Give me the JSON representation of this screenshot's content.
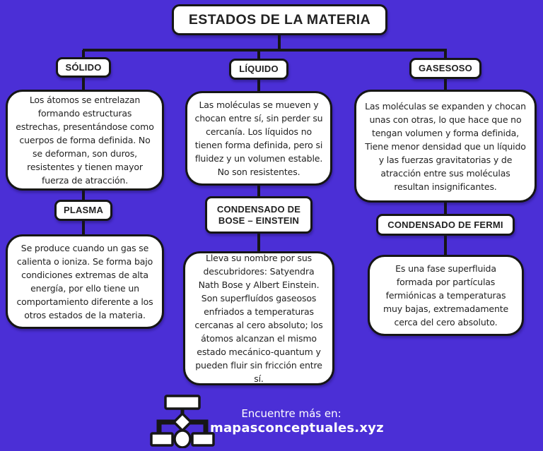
{
  "title": "ESTADOS DE LA MATERIA",
  "columns": [
    {
      "header": "SÓLIDO",
      "description": "Los átomos se entrelazan formando estructuras estrechas, presentándose como cuerpos de forma definida. No se deforman, son duros, resistentes y tienen mayor fuerza de atracción.",
      "sub_header": "PLASMA",
      "sub_description": "Se produce cuando un gas se calienta o ioniza. Se forma bajo condiciones extremas de alta energía, por ello tiene un comportamiento diferente a los otros estados de la materia."
    },
    {
      "header": "LÍQUIDO",
      "description": "Las moléculas se mueven y chocan entre sí, sin perder su cercanía. Los líquidos no tienen forma definida, pero si fluidez y un volumen estable. No son resistentes.",
      "sub_header": "CONDENSADO DE BOSE – EINSTEIN",
      "sub_description": "Lleva su nombre por sus descubridores: Satyendra Nath Bose y Albert Einstein. Son superfluídos gaseosos enfriados a temperaturas cercanas al cero absoluto; los átomos alcanzan el mismo estado mecánico-quantum y pueden fluir sin fricción entre sí."
    },
    {
      "header": "GASESOSO",
      "description": "Las moléculas se expanden y chocan unas con otras, lo que hace que no tengan volumen y forma definida, Tiene menor densidad que un líquido y las fuerzas gravitatorias y de atracción entre sus moléculas resultan insignificantes.",
      "sub_header": "CONDENSADO DE FERMI",
      "sub_description": "Es una fase superfluida formada por partículas fermiónicas a temperaturas muy bajas, extremadamente cerca del cero absoluto."
    }
  ],
  "footer": {
    "prompt": "Encuentre más en:",
    "site": "mapasconceptuales.xyz",
    "logo_icon": "flowchart-icon"
  },
  "colors": {
    "background": "#4B2FD6",
    "box_fill": "#FFFFFF",
    "box_border": "#161616",
    "connector": "#161616",
    "text": "#222222",
    "footer_text": "#FFFFFF"
  }
}
